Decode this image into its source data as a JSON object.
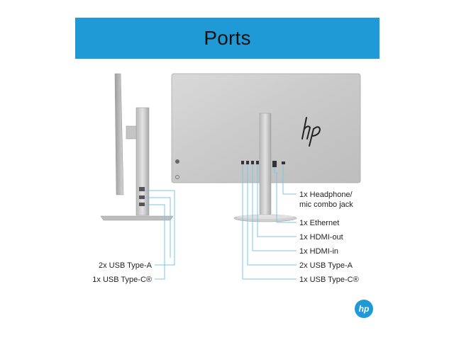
{
  "banner": {
    "title": "Ports"
  },
  "brand": {
    "logo_text": "hp",
    "color": "#1f9ad6"
  },
  "rear_labels": {
    "headphone_line1": "1x Headphone/",
    "headphone_line2": "mic combo jack",
    "ethernet": "1x Ethernet",
    "hdmi_out": "1x HDMI-out",
    "hdmi_in": "1x HDMI-in",
    "usb_a": "2x USB Type-A",
    "usb_c": "1x USB Type-C®"
  },
  "side_labels": {
    "usb_a": "2x USB Type-A",
    "usb_c": "1x USB Type-C®"
  }
}
